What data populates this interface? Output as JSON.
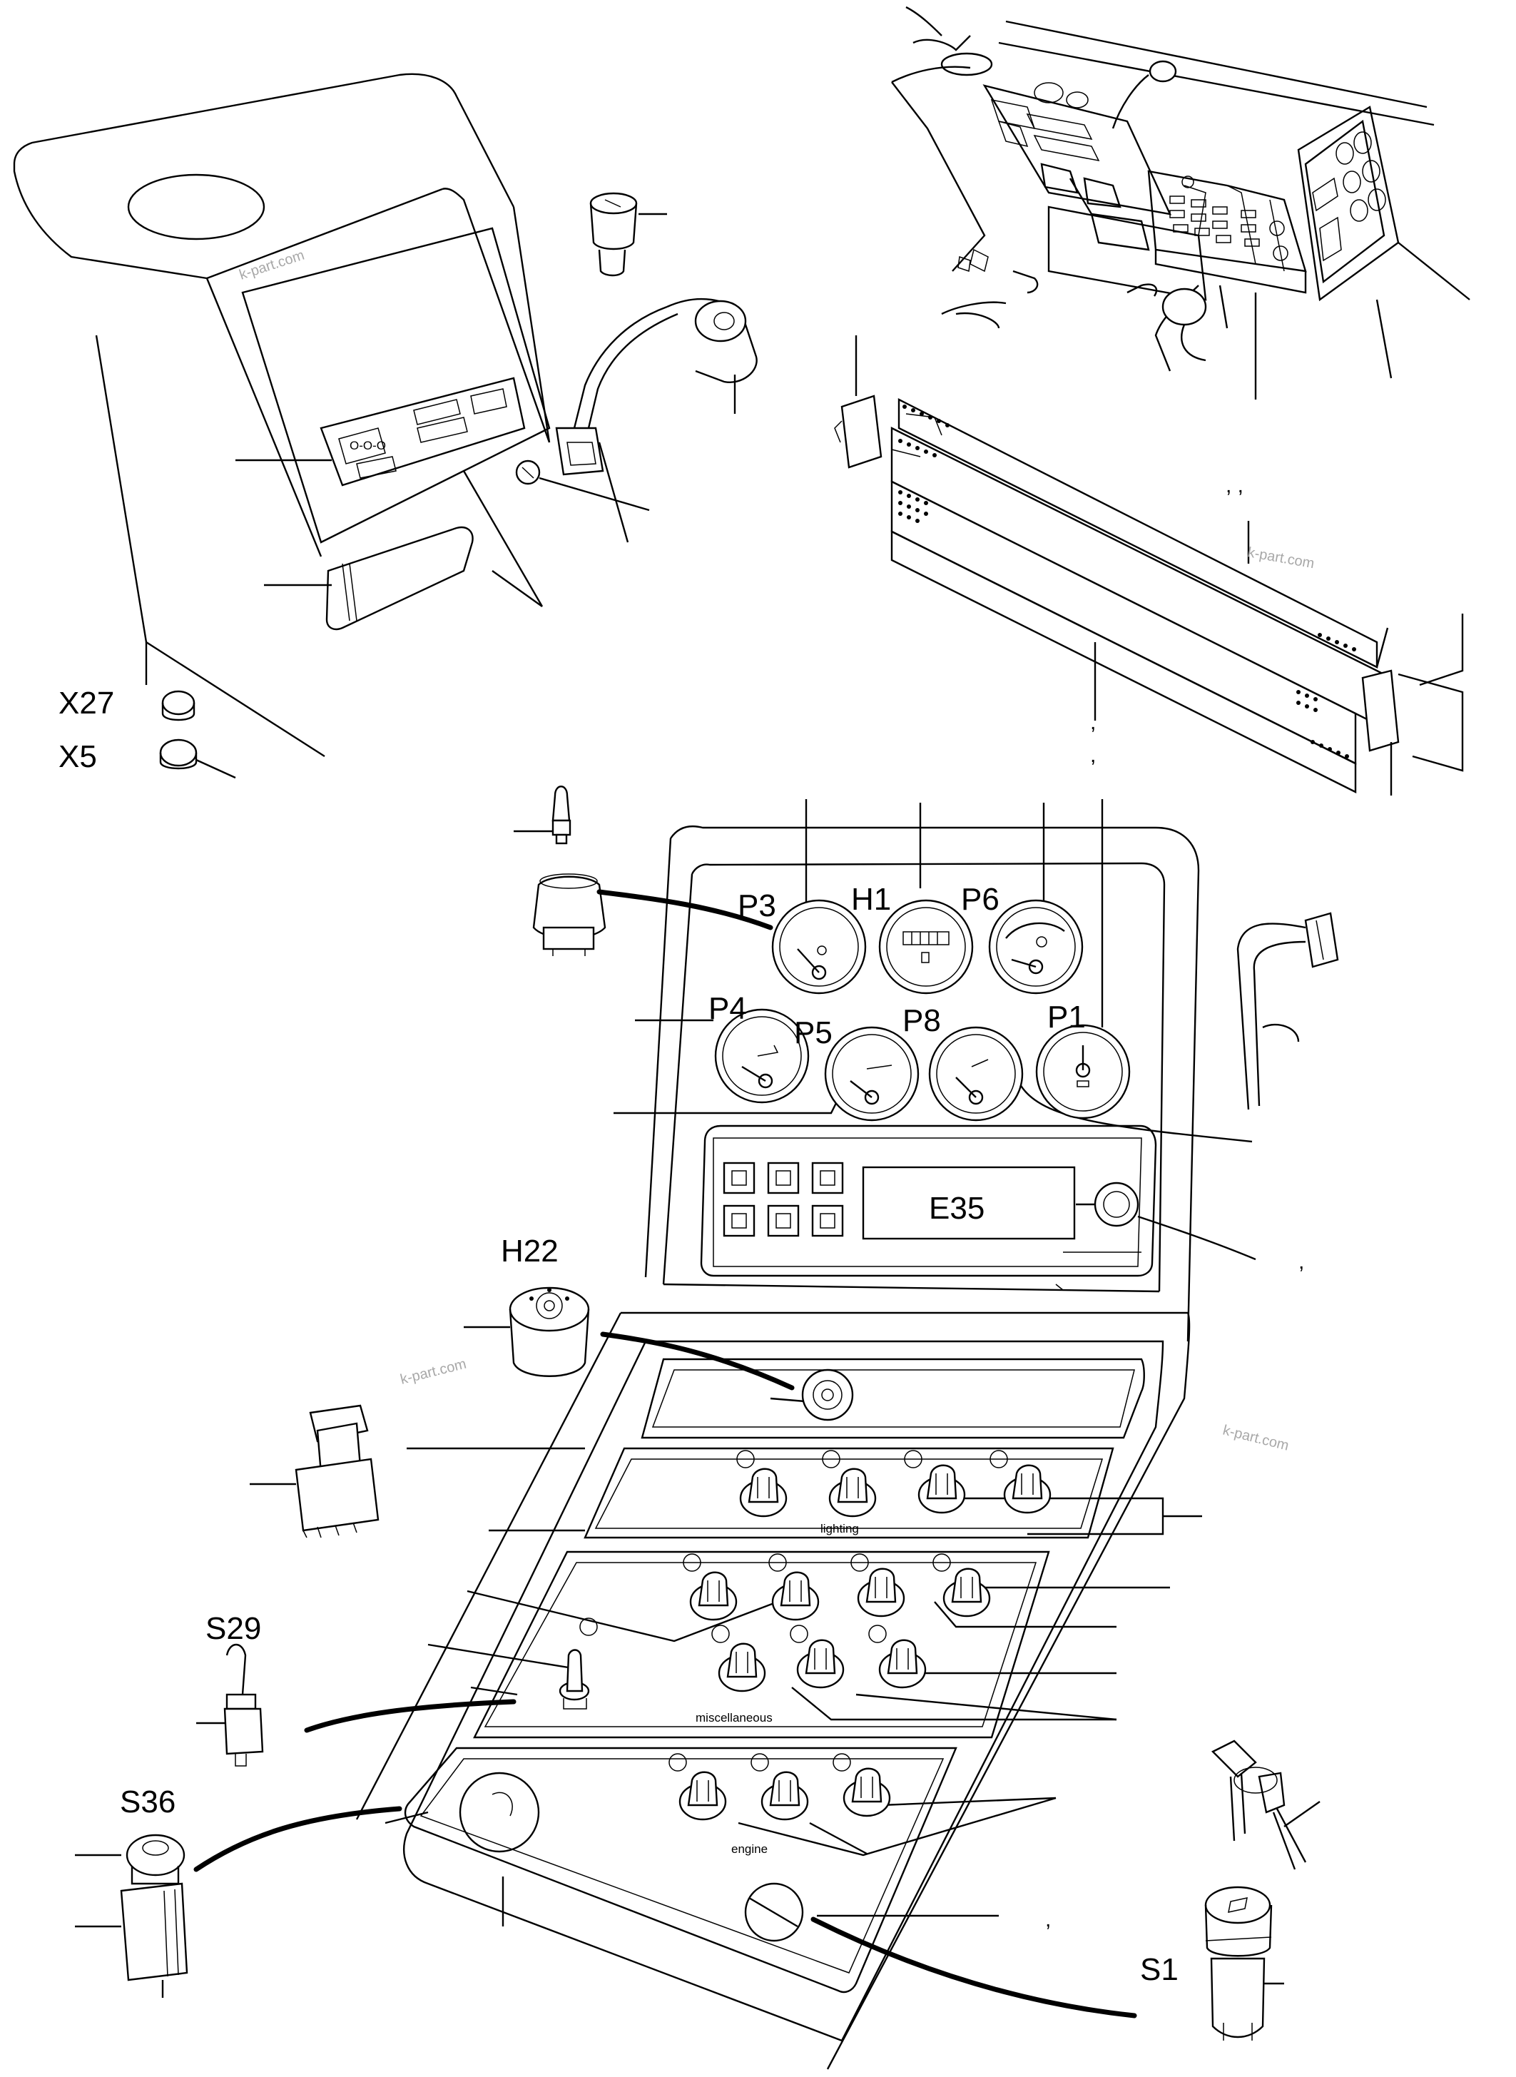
{
  "labels": {
    "x27": "X27",
    "x5": "X5",
    "p3": "P3",
    "h1": "H1",
    "p6": "P6",
    "p4": "P4",
    "p5": "P5",
    "p8": "P8",
    "p1": "P1",
    "e35": "E35",
    "h22": "H22",
    "s29": "S29",
    "s36": "S36",
    "s1": "S1"
  },
  "panel_text": {
    "lighting": "lighting",
    "miscellaneous": "miscellaneous",
    "engine": "engine"
  },
  "watermark": "k-part.com",
  "comma": ",",
  "double_comma": ",   ,",
  "colors": {
    "line": "#000000",
    "watermark": "#a8a8a8",
    "background": "#ffffff"
  }
}
